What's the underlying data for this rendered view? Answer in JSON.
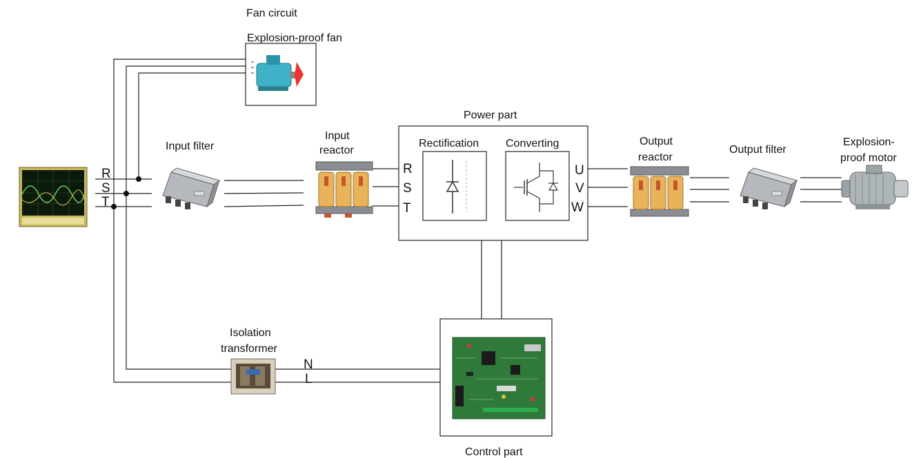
{
  "labels": {
    "fan_circuit": "Fan circuit",
    "explosion_proof_fan": "Explosion-proof fan",
    "input_filter": "Input filter",
    "input_reactor_1": "Input",
    "input_reactor_2": "reactor",
    "power_part": "Power part",
    "rectification": "Rectification",
    "converting": "Converting",
    "output_reactor_1": "Output",
    "output_reactor_2": "reactor",
    "output_filter": "Output filter",
    "motor_1": "Explosion-",
    "motor_2": "proof motor",
    "isolation_1": "Isolation",
    "isolation_2": "transformer",
    "control_part": "Control part"
  },
  "terminals": {
    "supply": [
      "R",
      "S",
      "T"
    ],
    "power_in": [
      "R",
      "S",
      "T"
    ],
    "power_out": [
      "U",
      "V",
      "W"
    ],
    "neutral": "N",
    "live": "L"
  },
  "icons": {
    "supply": "oscilloscope-icon",
    "fan": "explosion-proof-fan-icon",
    "filter": "filter-module-icon",
    "reactor": "reactor-icon",
    "diode": "diode-icon",
    "igbt": "igbt-icon",
    "motor": "motor-icon",
    "transformer": "transformer-icon",
    "pcb": "control-board-icon"
  }
}
